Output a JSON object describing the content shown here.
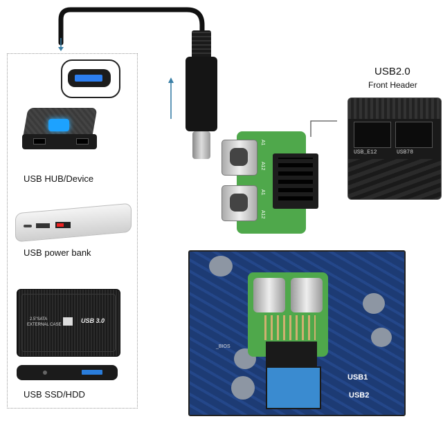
{
  "header_label": {
    "title": "USB2.0",
    "subtitle": "Front Header"
  },
  "devices": [
    {
      "caption": "USB HUB/Device"
    },
    {
      "caption": "USB power bank"
    },
    {
      "caption": "USB SSD/HDD"
    }
  ],
  "pcb_silkscreen": {
    "a1": "A1",
    "a12": "A12",
    "a1b": "A1",
    "a12b": "A12"
  },
  "header_photo_text": {
    "left": "USB_E12",
    "right": "USB78"
  },
  "ssd_text": {
    "line1": "2.5\"SATA",
    "line2": "EXTERNAL CASE",
    "brand": "USB 3.0"
  },
  "board_text": {
    "usb1": "USB1",
    "usb2": "USB2",
    "bios": "_BIOS"
  },
  "colors": {
    "arrow": "#3a7fa6",
    "pcb": "#4fa84b",
    "board": "#1e3d76"
  }
}
